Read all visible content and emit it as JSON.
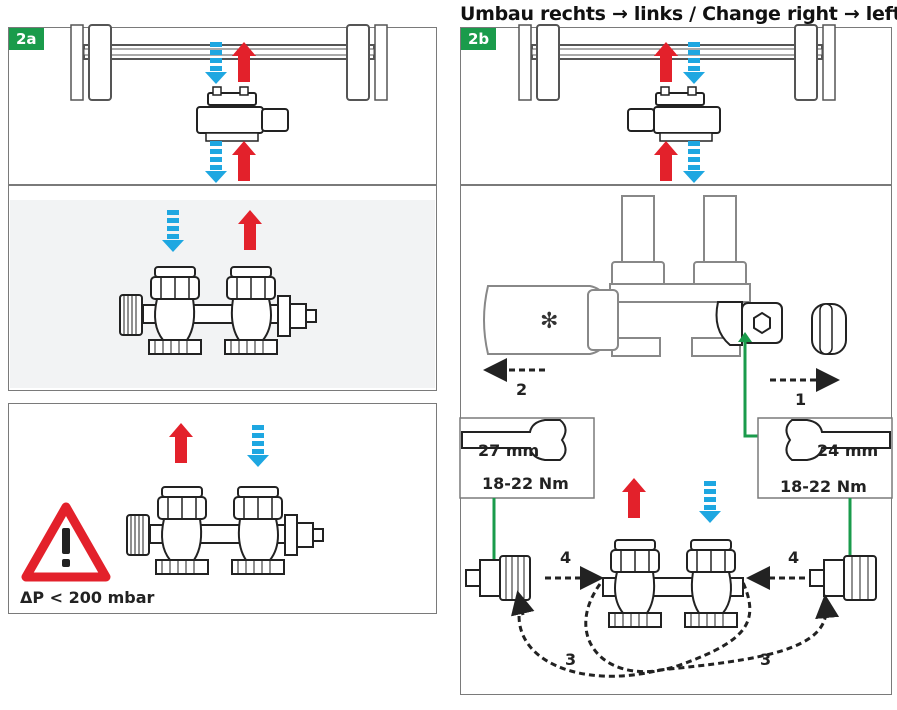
{
  "heading": "Umbau rechts → links / Change right → left",
  "panel_2a": {
    "tag": "2a"
  },
  "panel_2b": {
    "tag": "2b"
  },
  "warning": {
    "text": "ΔP < 200 mbar",
    "icon": "warning-triangle-icon"
  },
  "wrench_left": {
    "size": "27 mm",
    "torque": "18-22 Nm",
    "icon": "wrench-icon"
  },
  "wrench_right": {
    "size": "24 mm",
    "torque": "18-22 Nm",
    "icon": "wrench-icon"
  },
  "steps": {
    "s1": "1",
    "s2": "2",
    "s3a": "3",
    "s3b": "3",
    "s4a": "4",
    "s4b": "4"
  },
  "colors": {
    "supply_red": "#e3212b",
    "return_blue": "#1ea7e1",
    "tag_green": "#1a9b4b"
  }
}
